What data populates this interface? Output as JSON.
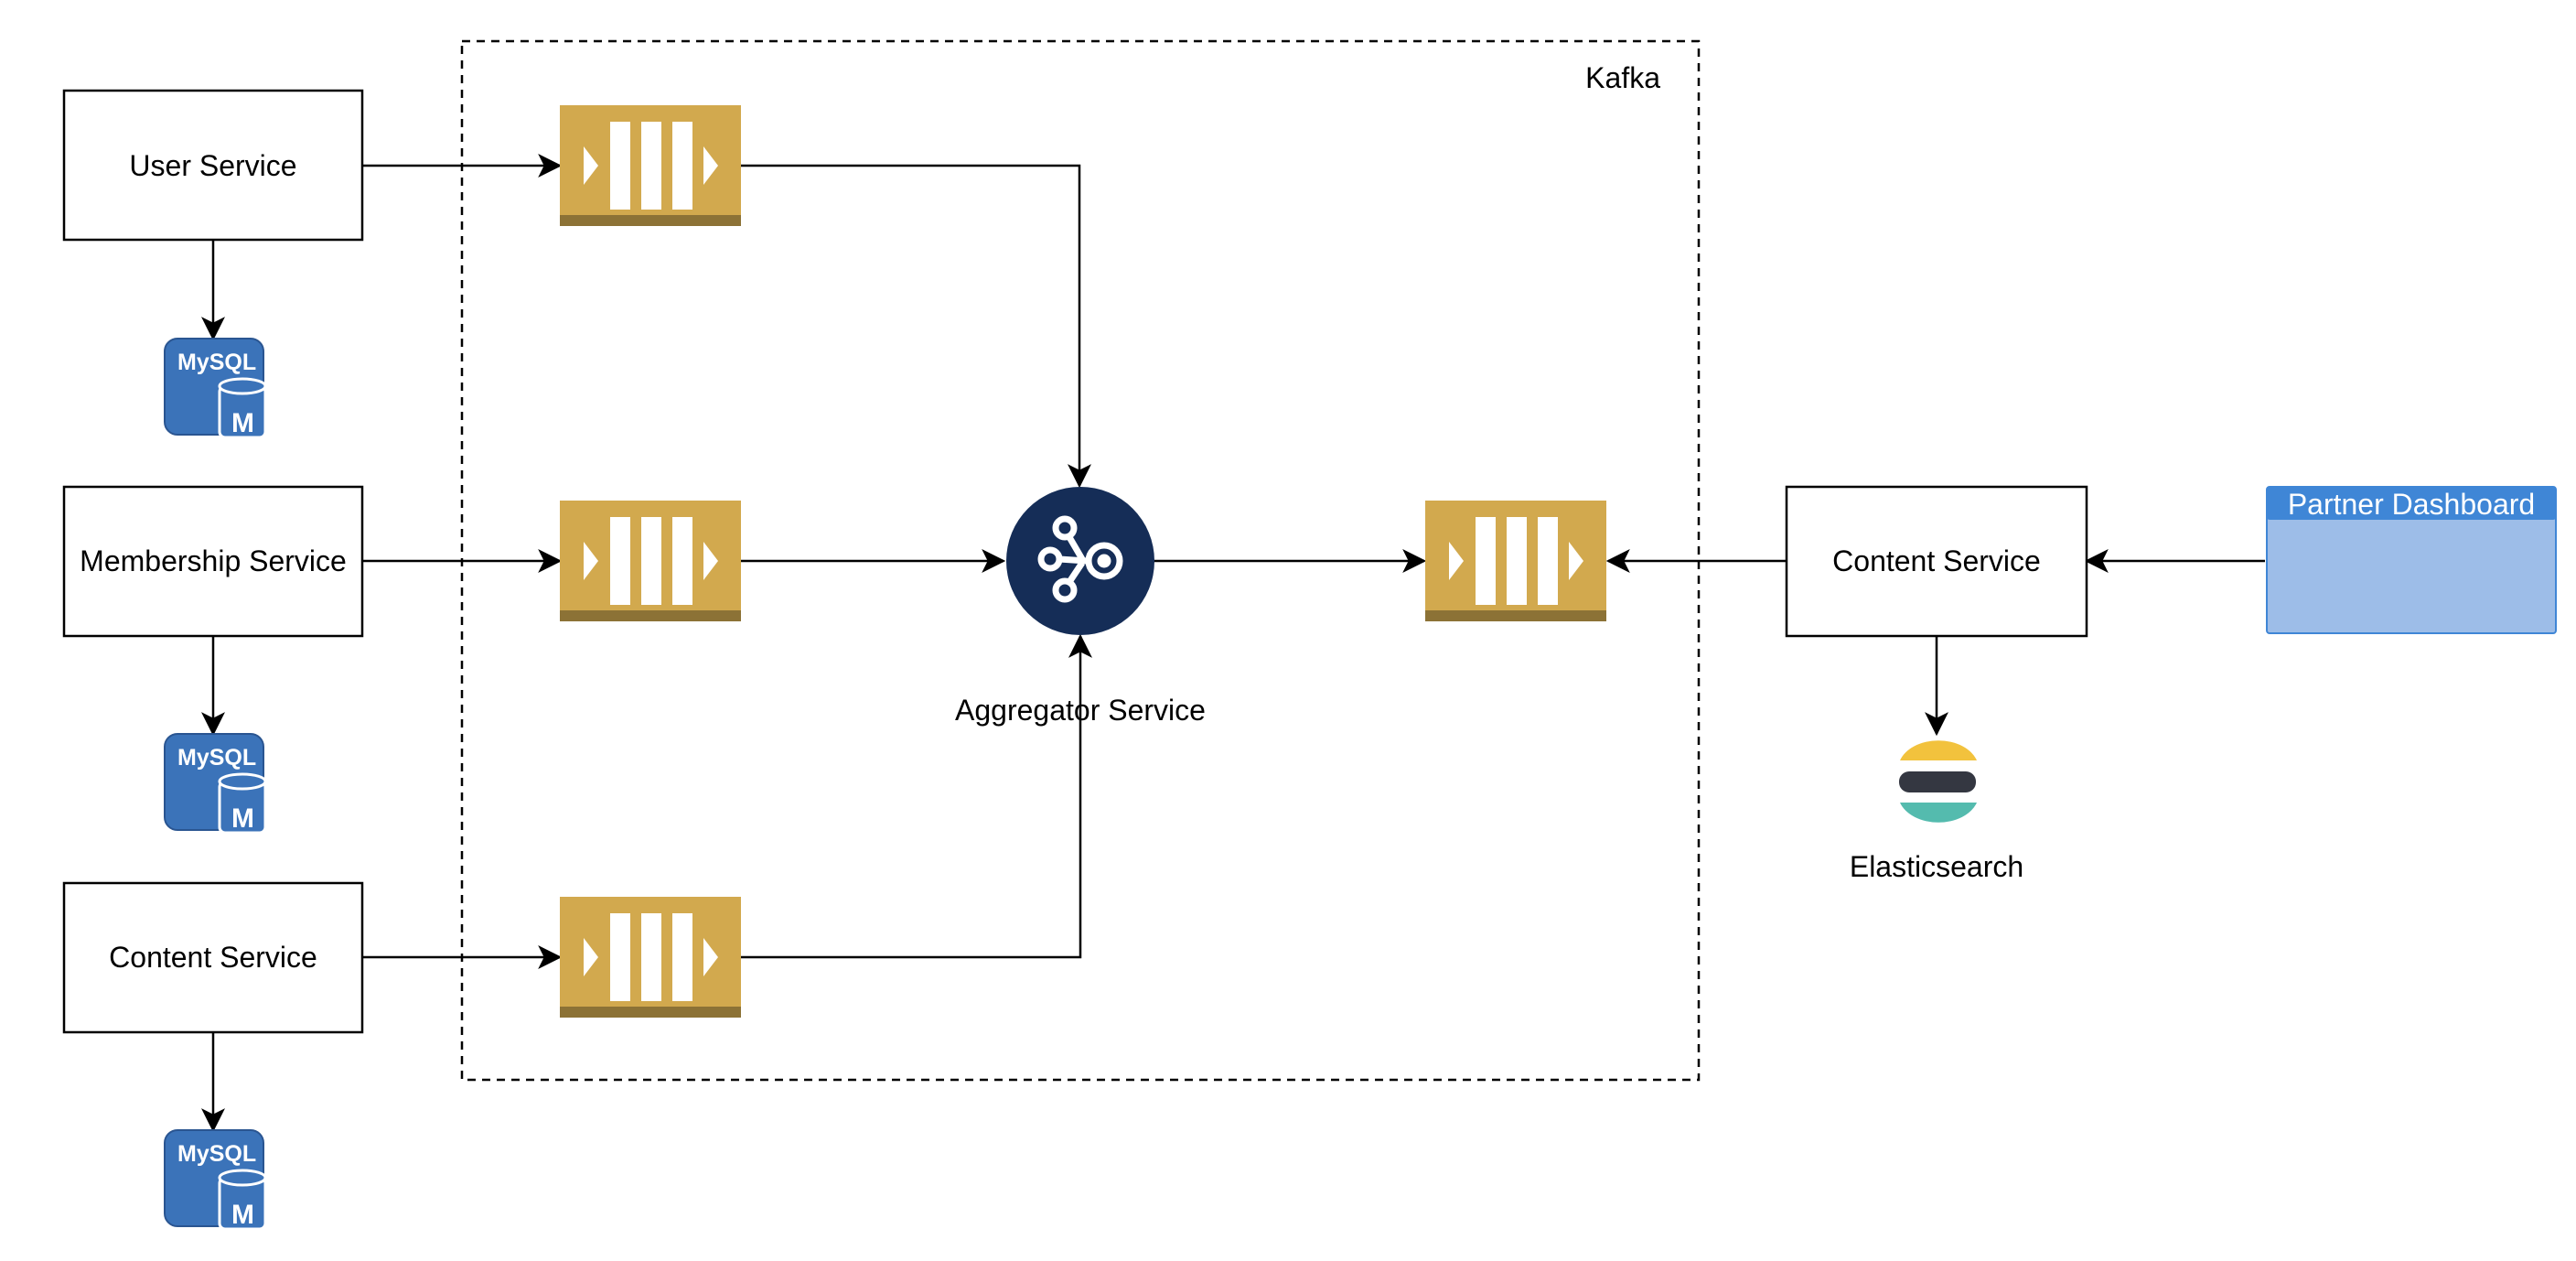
{
  "kafka": {
    "label": "Kafka"
  },
  "services": {
    "user": "User Service",
    "membership": "Membership Service",
    "content": "Content Service",
    "content_right": "Content Service"
  },
  "aggregator": {
    "label": "Aggregator Service"
  },
  "elasticsearch": {
    "label": "Elasticsearch"
  },
  "partner_dashboard": {
    "title": "Partner Dashboard"
  },
  "mysql": {
    "badge_text": "MySQL",
    "badge_letter": "M"
  },
  "colors": {
    "queue": "#d2a94e",
    "queue_base": "#8c7236",
    "mysql": "#3b73b9",
    "mysql_dark": "#2a5591",
    "aggregator": "#152d57",
    "dashboard_header": "#3f86d6",
    "dashboard_body": "#9dbde8",
    "elastic_yellow": "#f2c23d",
    "elastic_dark": "#343741",
    "elastic_teal": "#54bbae"
  }
}
